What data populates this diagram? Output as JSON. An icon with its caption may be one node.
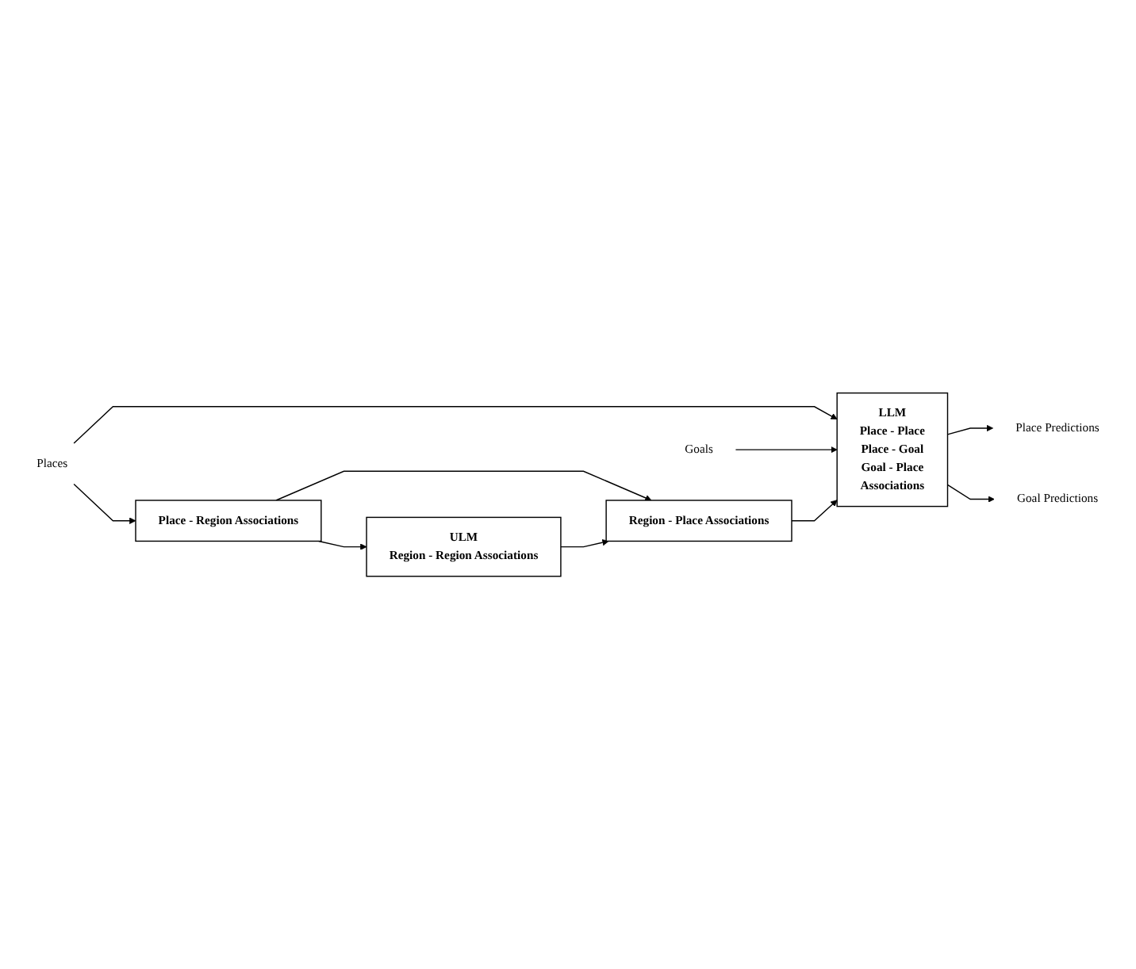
{
  "diagram": {
    "nodes": [
      {
        "text": [
          "Places"
        ]
      },
      {
        "text": [
          "Place - Region Associations"
        ]
      },
      {
        "text": [
          "ULM",
          "Region - Region Associations"
        ]
      },
      {
        "text": [
          "Goals"
        ]
      },
      {
        "text": [
          "LLM",
          "Place - Place",
          "Place - Goal",
          "Goal - Place",
          "Associations"
        ]
      },
      {
        "text": [
          "Region - Place Associations"
        ]
      },
      {
        "text": [
          "Place Predictions"
        ]
      },
      {
        "text": [
          "Goal Predictions"
        ]
      }
    ],
    "edges": [
      {
        "from": 0,
        "to": 1,
        "arrow": "to"
      },
      {
        "from": 0,
        "to": 4,
        "arrow": "to"
      },
      {
        "from": 1,
        "to": 2,
        "arrow": "to"
      },
      {
        "from": 1,
        "to": 5,
        "arrow": "to"
      },
      {
        "from": 2,
        "to": 5,
        "arrow": "to"
      },
      {
        "from": 3,
        "to": 4,
        "arrow": "to"
      },
      {
        "from": 5,
        "to": 4,
        "arrow": "to"
      },
      {
        "from": 4,
        "to": 6,
        "arrow": "to"
      },
      {
        "from": 4,
        "to": 7,
        "arrow": "to"
      }
    ]
  }
}
